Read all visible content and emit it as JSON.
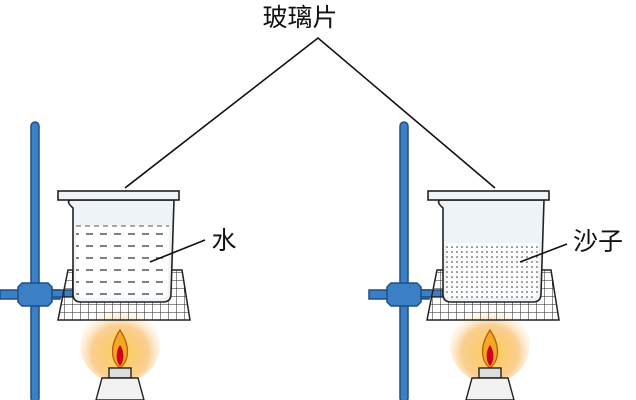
{
  "labels": {
    "glass_plate": "玻璃片",
    "water": "水",
    "sand": "沙子"
  },
  "colors": {
    "stand_blue": "#3b7fc4",
    "stand_outline": "#1f4f86",
    "glass": "#eef3f7",
    "flame_outer": "#f5a623",
    "flame_inner": "#d0021b",
    "gauze": "#222222"
  },
  "icons": [
    "iron-stand-icon",
    "beaker-icon",
    "wire-gauze-icon",
    "alcohol-lamp-flame-icon"
  ]
}
